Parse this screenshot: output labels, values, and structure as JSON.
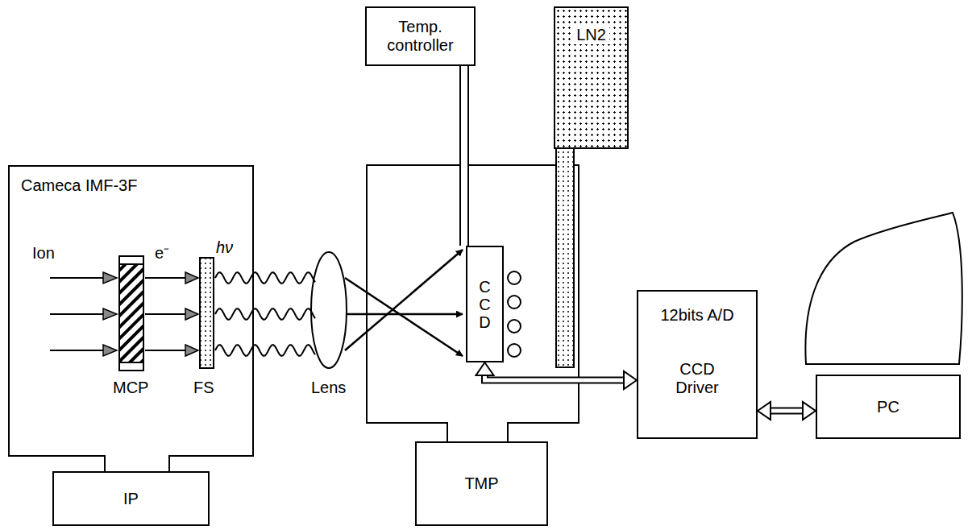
{
  "diagram": {
    "nodes": [
      {
        "text": [
          "Cameca IMF-3F"
        ]
      },
      {
        "text": [
          "IP"
        ]
      },
      {
        "text": [
          "Temp. controller"
        ]
      },
      {
        "text": [
          "LN2"
        ]
      },
      {
        "text": [
          "CCD"
        ]
      },
      {
        "text": [
          "TMP"
        ]
      },
      {
        "text": [
          "12bits A/D",
          "CCD Driver"
        ]
      },
      {
        "text": [
          "PC"
        ]
      }
    ],
    "edges": [
      {
        "from": 4,
        "to": 6,
        "arrow": "both"
      },
      {
        "from": 6,
        "to": 7,
        "arrow": "both"
      },
      {
        "from": 2,
        "to": 4,
        "arrow": "none"
      }
    ],
    "labels": [
      "Ion",
      "e⁻",
      "hν",
      "MCP",
      "FS",
      "Lens"
    ]
  }
}
